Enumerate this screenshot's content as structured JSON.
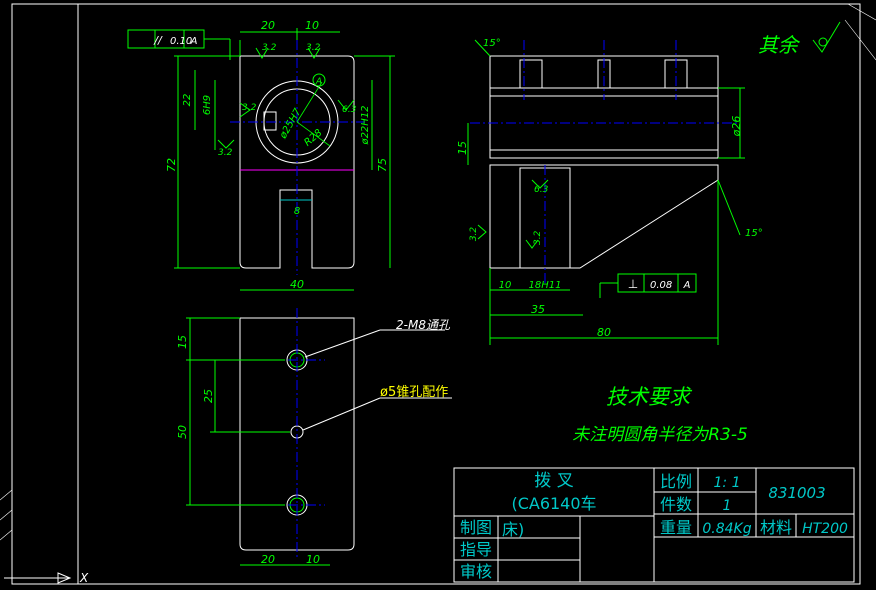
{
  "drawing": {
    "surface_roughness": "其余",
    "tech_title": "技术要求",
    "tech_note": "未注明圆角半径为R3-5",
    "hole_note_1": "2-M8通孔",
    "hole_note_2": "ø5锥孔配作",
    "datum_label": "A",
    "dims": {
      "d20_top": "20",
      "d10_top": "10",
      "d22": "22",
      "d6h9": "6H9",
      "d72": "72",
      "d75": "75",
      "d40": "40",
      "d8": "8",
      "d25h7": "ø25H7",
      "r28": "R28",
      "d22h12": "ø22H12",
      "d15_left": "15",
      "d25": "25",
      "d50": "50",
      "d20_bot": "20",
      "d10_bot": "10",
      "d15_side": "15",
      "d26": "ø26",
      "d10_side": "10",
      "d18h11": "18H11",
      "d35": "35",
      "d80": "80",
      "ang15_top": "15°",
      "ang15_bot": "15°",
      "ra32_a": "3.2",
      "ra32_b": "3.2",
      "ra32_c": "3.2",
      "ra32_d": "3.2",
      "ra32_e": "3.2",
      "ra32_f": "3.2",
      "ra63_a": "6.3",
      "ra63_b": "6.3"
    },
    "tolerance_parallel": {
      "symbol": "//",
      "value": "0.10",
      "datum": "A"
    },
    "tolerance_perp": {
      "symbol": "⊥",
      "value": "0.08",
      "datum": "A"
    }
  },
  "title_block": {
    "part_name": "拨  叉",
    "part_sub": "(CA6140车",
    "part_sub2": "床)",
    "scale_label": "比例",
    "scale_value": "1: 1",
    "qty_label": "件数",
    "qty_value": "1",
    "weight_label": "重量",
    "weight_value": "0.84Kg",
    "material_label": "材料",
    "material_value": "HT200",
    "drawing_no": "831003",
    "row1": "制图",
    "row2": "指导",
    "row3": "审核"
  },
  "cad": {
    "axis_x": "X"
  }
}
